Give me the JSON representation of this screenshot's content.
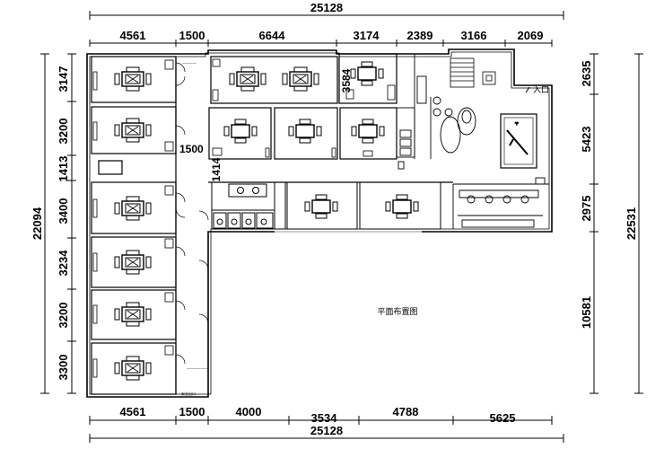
{
  "drawing": {
    "title": "平面布置图",
    "overall_width": "25128",
    "overall_height_left": "22094",
    "overall_height_right": "22531",
    "top_dims": [
      "4561",
      "1500",
      "6644",
      "3174",
      "2389",
      "3166",
      "2069"
    ],
    "bottom_dims": [
      "4561",
      "1500",
      "4000",
      "3534",
      "4788",
      "5625"
    ],
    "left_dims": [
      "3147",
      "3200",
      "1413",
      "3400",
      "3234",
      "3200",
      "3300"
    ],
    "right_dims": [
      "2635",
      "5423",
      "2975",
      "10581"
    ],
    "inner_dims": {
      "corridor_width": "1500",
      "room_depth": "3584",
      "gap_height": "1414"
    },
    "labels": {
      "entry": "入口",
      "exit": "安全出口"
    }
  }
}
